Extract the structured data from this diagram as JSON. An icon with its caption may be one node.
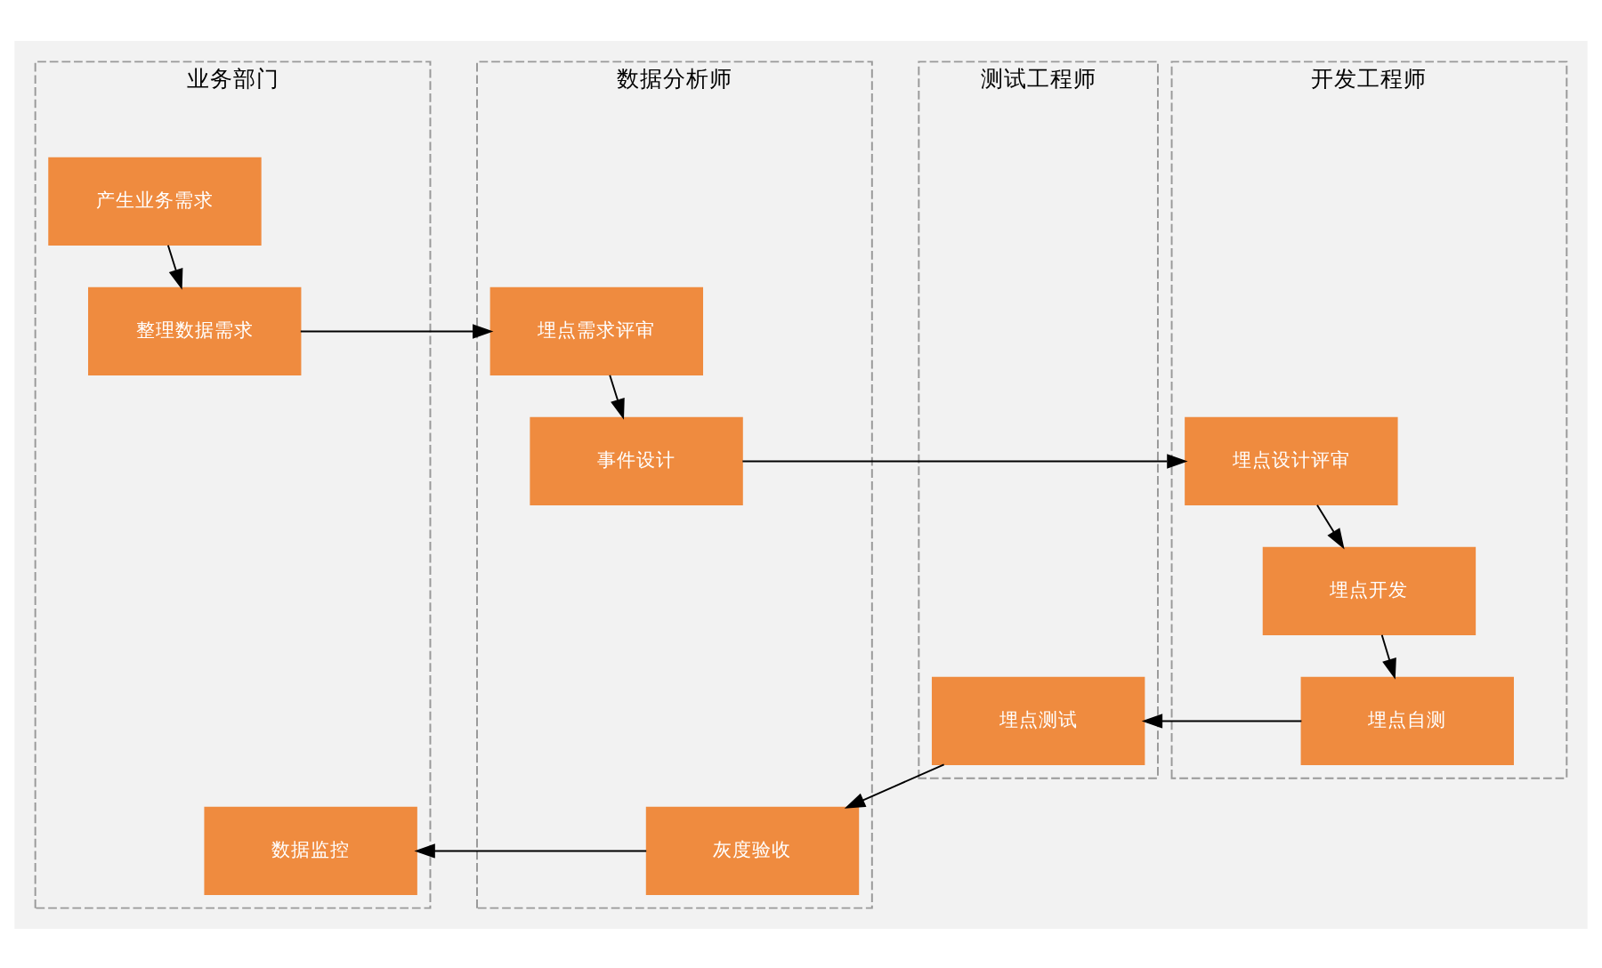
{
  "diagram": {
    "nodes": [
      {
        "text": [
          "业务部门"
        ]
      },
      {
        "text": [
          "数据分析师"
        ]
      },
      {
        "text": [
          "开发工程师"
        ]
      },
      {
        "text": [
          "测试工程师"
        ]
      },
      {
        "text": [
          "产生业务需求"
        ],
        "in": 0
      },
      {
        "text": [
          "整理数据需求"
        ],
        "in": 0
      },
      {
        "text": [
          "埋点需求评审"
        ],
        "in": 1
      },
      {
        "text": [
          "事件设计"
        ],
        "in": 1
      },
      {
        "text": [
          "埋点设计评审"
        ],
        "in": 2
      },
      {
        "text": [
          "埋点开发"
        ],
        "in": 2
      },
      {
        "text": [
          "埋点自测"
        ],
        "in": 2
      },
      {
        "text": [
          "埋点测试"
        ],
        "in": 3
      },
      {
        "text": [
          "灰度验收"
        ],
        "in": 1
      },
      {
        "text": [
          "数据监控"
        ],
        "in": 0
      }
    ],
    "edges": [
      {
        "from": 4,
        "to": 5,
        "arrow": "to"
      },
      {
        "from": 5,
        "to": 6,
        "arrow": "to"
      },
      {
        "from": 6,
        "to": 7,
        "arrow": "to"
      },
      {
        "from": 7,
        "to": 8,
        "arrow": "to"
      },
      {
        "from": 8,
        "to": 9,
        "arrow": "to"
      },
      {
        "from": 9,
        "to": 10,
        "arrow": "to"
      },
      {
        "from": 10,
        "to": 11,
        "arrow": "to"
      },
      {
        "from": 11,
        "to": 12,
        "arrow": "to"
      },
      {
        "from": 12,
        "to": 13,
        "arrow": "to"
      }
    ]
  }
}
